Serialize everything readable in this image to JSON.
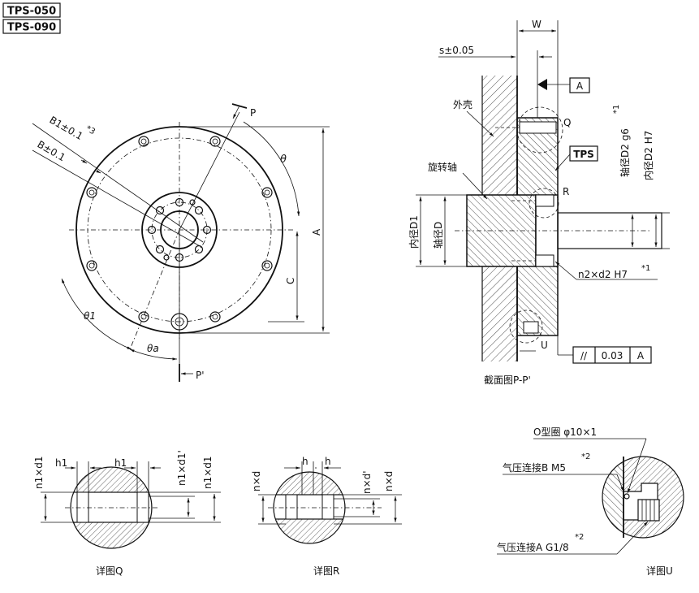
{
  "models": [
    "TPS-050",
    "TPS-090"
  ],
  "front_view": {
    "angle_b1": "B1±0.1",
    "angle_b1_note": "*3",
    "angle_b": "B±0.1",
    "theta": "θ",
    "theta1": "θ1",
    "theta_a": "θa",
    "dim_a": "A",
    "dim_c": "C",
    "section_p": "P",
    "section_p_prime": "P'"
  },
  "section_view": {
    "dim_w": "W",
    "dim_s": "s±0.05",
    "datum_a": "A",
    "label_housing": "外壳",
    "label_shaft": "旋转轴",
    "label_tps": "TPS",
    "detail_q": "Q",
    "detail_r": "R",
    "detail_u": "U",
    "bore_d1": "内径D1",
    "shaft_d": "轴径D",
    "shaft_d2": "轴径D2 g6",
    "shaft_d2_note": "*1",
    "bore_d2": "内径D2 H7",
    "holes": "n2×d2 H7",
    "holes_note": "*1",
    "tolerance_symbol": "//",
    "tolerance_value": "0.03",
    "tolerance_datum": "A",
    "caption": "截面图P-P'"
  },
  "detail_q": {
    "h1_left": "h1",
    "h1_right": "h1",
    "n1xd1": "n1×d1",
    "n1xd1p": "n1×d1'",
    "n1xd1_right": "n1×d1",
    "caption": "详图Q"
  },
  "detail_r": {
    "h_left": "h",
    "h_right": "h",
    "nxd_left": "n×d",
    "nxdp": "n×d'",
    "nxd_right": "n×d",
    "caption": "详图R"
  },
  "detail_u": {
    "oring": "O型圈 φ10×1",
    "port_b": "气压连接B M5",
    "port_b_note": "*2",
    "port_a": "气压连接A G1/8",
    "port_a_note": "*2",
    "caption": "详图U"
  }
}
